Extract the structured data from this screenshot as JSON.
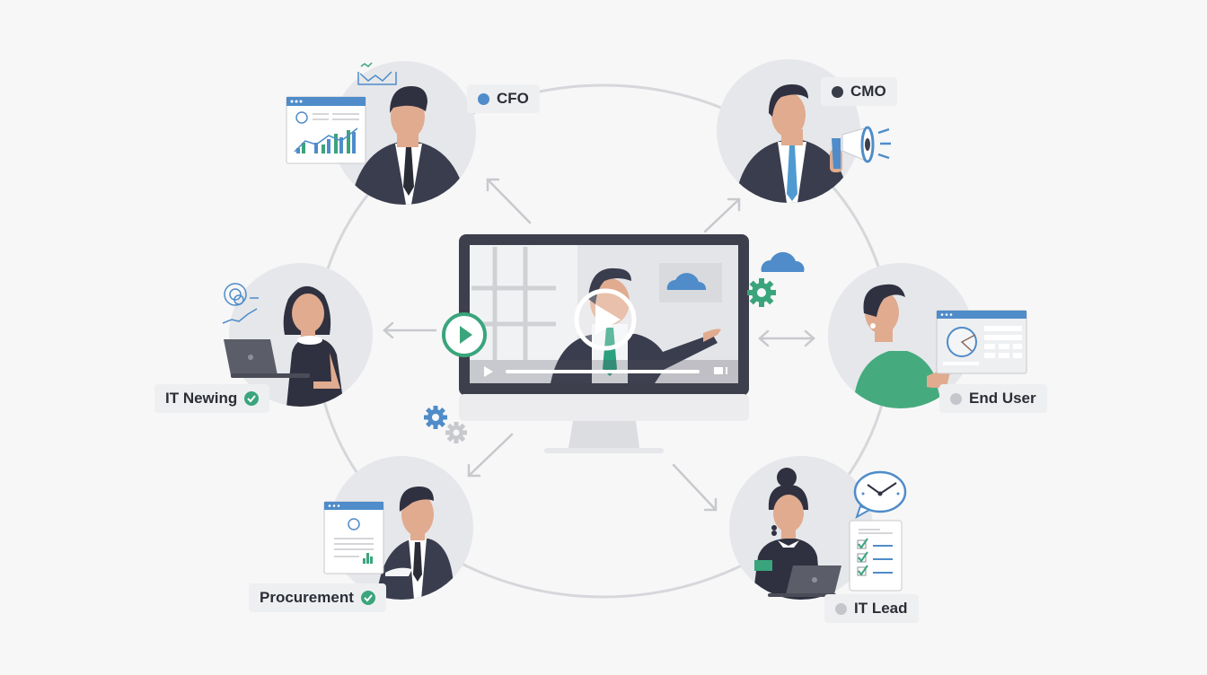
{
  "diagram": {
    "type": "stakeholder-cycle",
    "center": {
      "name": "video-presentation-monitor",
      "play_button": "play-icon",
      "player_controls": [
        "play-icon",
        "progress-bar",
        "fullscreen-icon"
      ]
    },
    "personas": [
      {
        "id": "cfo",
        "label": "CFO",
        "marker": "dot",
        "marker_color": "#4f8cc9",
        "props": [
          "dashboard-chart",
          "line-chart-icon"
        ]
      },
      {
        "id": "cmo",
        "label": "CMO",
        "marker": "dot",
        "marker_color": "#3a3d4a",
        "props": [
          "megaphone-icon"
        ]
      },
      {
        "id": "it-newing",
        "label": "IT Newing",
        "marker": "check",
        "marker_color": "#3aa57c",
        "props": [
          "laptop",
          "cycle-icon",
          "trend-icon"
        ]
      },
      {
        "id": "end-user",
        "label": "End User",
        "marker": "dot",
        "marker_color": "#c4c6cb",
        "props": [
          "spreadsheet-window"
        ]
      },
      {
        "id": "procurement",
        "label": "Procurement",
        "marker": "check",
        "marker_color": "#3aa57c",
        "props": [
          "document-window"
        ]
      },
      {
        "id": "it-lead",
        "label": "IT Lead",
        "marker": "dot",
        "marker_color": "#c4c6cb",
        "props": [
          "laptop",
          "clock-bubble",
          "checklist"
        ]
      }
    ],
    "decorations": [
      "cloud-icon",
      "gear-icon",
      "gear-icon",
      "play-circle-icon"
    ],
    "colors": {
      "background": "#f7f7f8",
      "circle": "#e6e7ea",
      "suit": "#3a3d4e",
      "skin": "#e0ab8f",
      "accent_blue": "#4f8cc9",
      "accent_green": "#3aa57c",
      "ring_line": "#d4d5d8"
    }
  }
}
